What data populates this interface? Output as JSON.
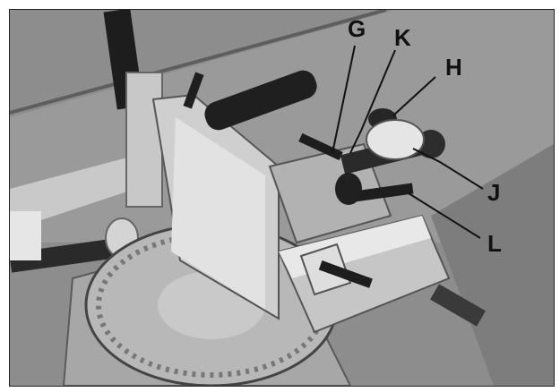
{
  "callouts": [
    {
      "id": "G",
      "label": "G"
    },
    {
      "id": "K",
      "label": "K"
    },
    {
      "id": "H",
      "label": "H"
    },
    {
      "id": "J",
      "label": "J"
    },
    {
      "id": "L",
      "label": "L"
    }
  ],
  "colors": {
    "table_top": "#8d8d8d",
    "metal_light": "#d6d6d6",
    "handle_dark": "#1f1f1f",
    "blade": "#b8b8b8",
    "label": "#111111"
  },
  "icons": [
    "circular-saw-blade-icon",
    "clamp-knob-icon",
    "lever-handle-icon"
  ]
}
